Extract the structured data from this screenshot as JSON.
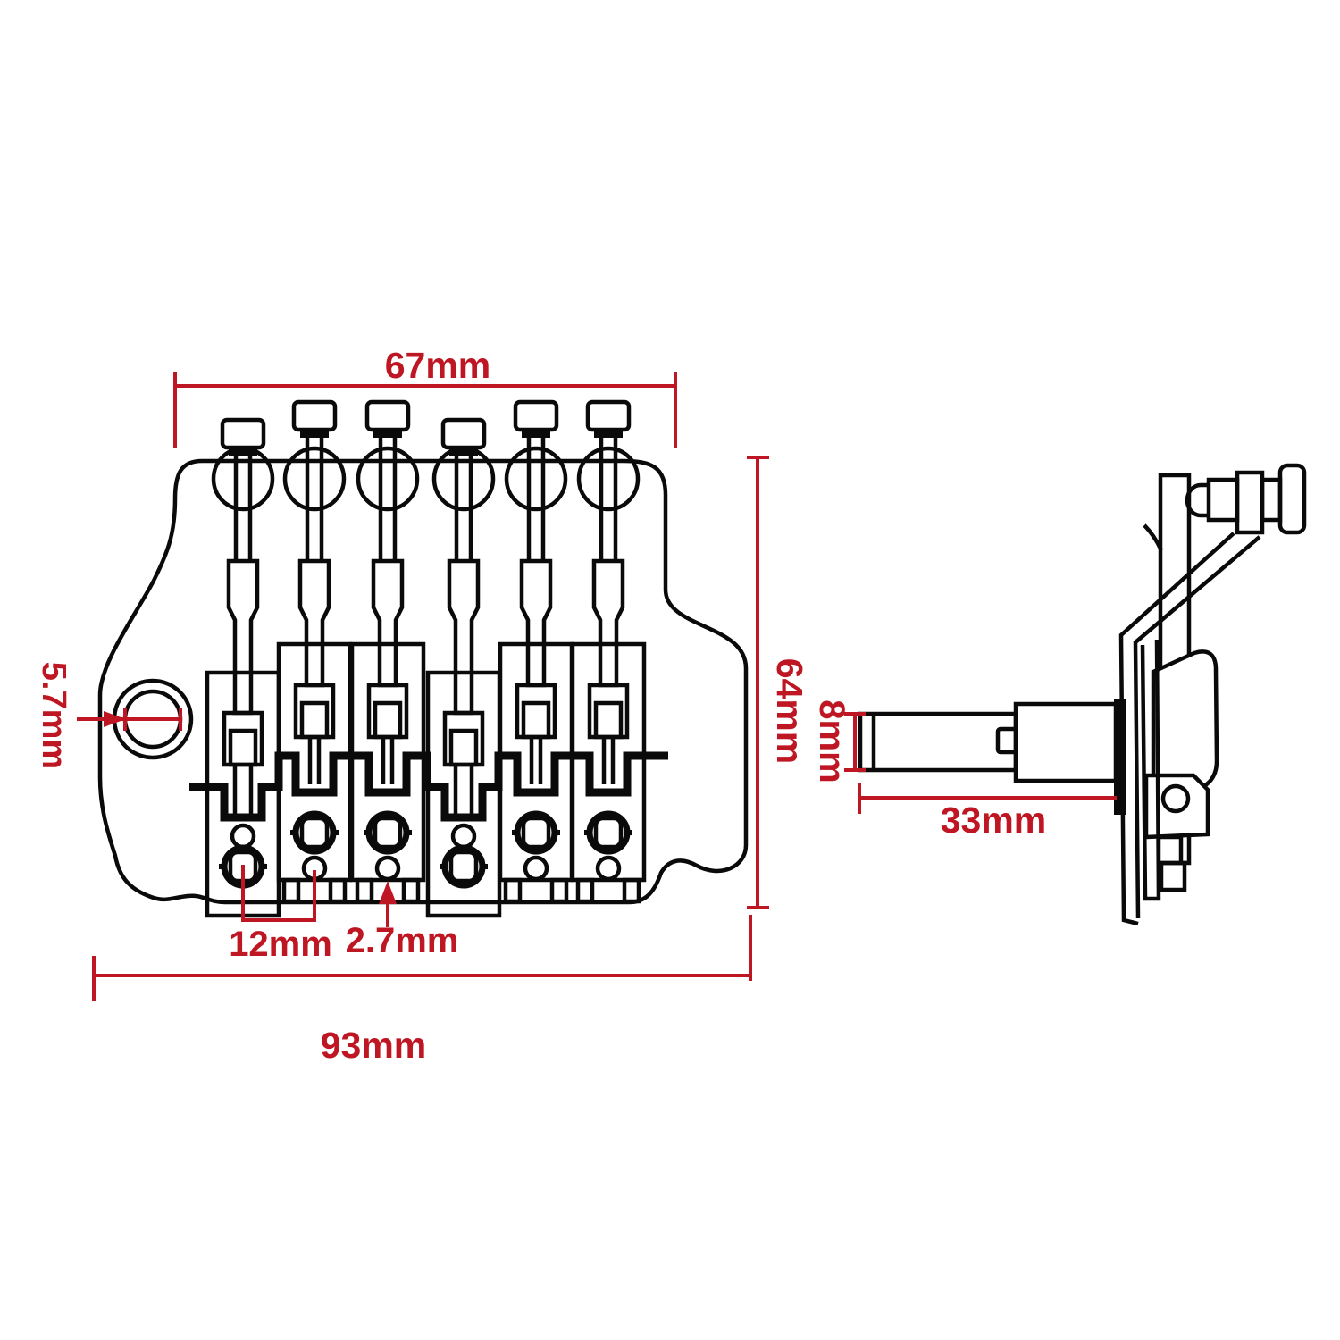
{
  "drawing": {
    "type": "technical-dimension-diagram",
    "subject": "double-locking tremolo bridge (front view and side view)",
    "colors": {
      "line": "#0a0a0a",
      "dimension": "#be1622",
      "background": "#ffffff"
    },
    "front_view": {
      "dims": {
        "top_width": "67mm",
        "height": "64mm",
        "mount_hole": "5.7mm",
        "saddle_spacing": "12mm",
        "string_hole": "2.7mm",
        "overall_width": "93mm"
      }
    },
    "side_view": {
      "dims": {
        "block_height": "8mm",
        "block_length": "33mm"
      }
    }
  }
}
